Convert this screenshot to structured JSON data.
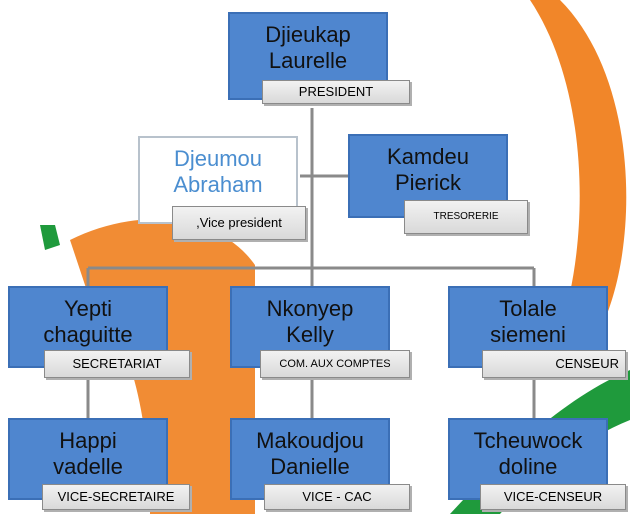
{
  "colors": {
    "node_fill": "#4f86cf",
    "node_border": "#3b6fb6",
    "vice_text": "#4b8ed0",
    "logo_orange": "#f07f1e",
    "logo_green": "#1f9a3c"
  },
  "nodes": {
    "president": {
      "line1": "Djieukap",
      "line2": "Laurelle",
      "role": "PRESIDENT"
    },
    "vice_president": {
      "line1": "Djeumou",
      "line2": "Abraham",
      "role": ",Vice president"
    },
    "tresorerie": {
      "line1": "Kamdeu",
      "line2": "Pierick",
      "role": "TRESORERIE"
    },
    "secretariat": {
      "line1": "Yepti",
      "line2": "chaguitte",
      "role": "SECRETARIAT"
    },
    "com_aux_comptes": {
      "line1": "Nkonyep",
      "line2": "Kelly",
      "role": "COM. AUX COMPTES"
    },
    "censeur": {
      "line1": "Tolale",
      "line2": "siemeni",
      "role": "CENSEUR"
    },
    "vice_secretaire": {
      "line1": "Happi",
      "line2": "vadelle",
      "role": "VICE-SECRETAIRE"
    },
    "vice_cac": {
      "line1": "Makoudjou",
      "line2": "Danielle",
      "role": "VICE - CAC"
    },
    "vice_censeur": {
      "line1": "Tcheuwock",
      "line2": "doline",
      "role": "VICE-CENSEUR"
    }
  }
}
